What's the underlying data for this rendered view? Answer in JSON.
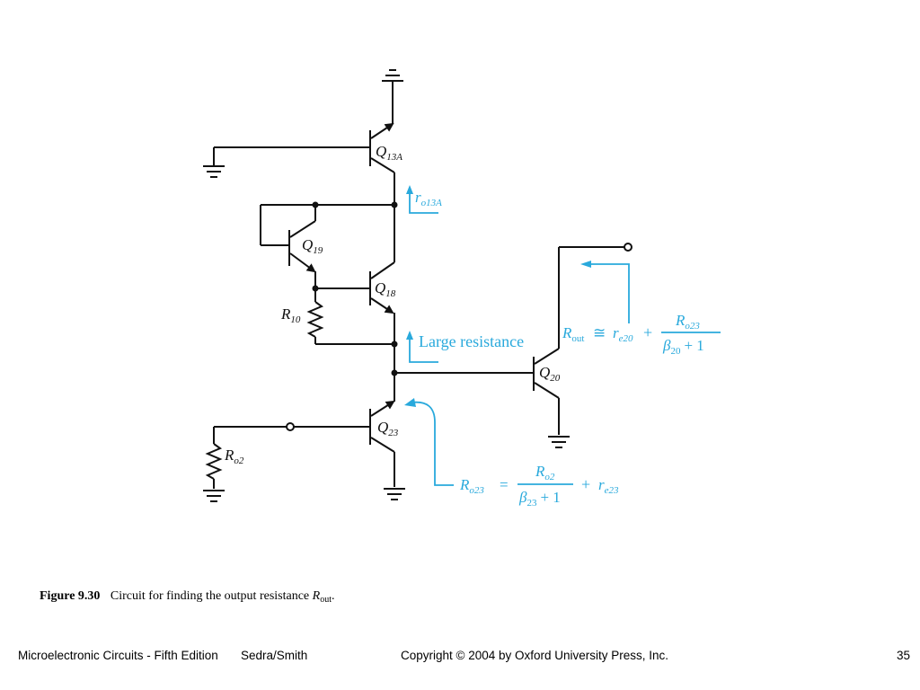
{
  "diagram": {
    "labels": {
      "q13a": "Q",
      "q13a_sub": "13A",
      "ro13a": "r",
      "ro13a_sub": "o13A",
      "q19": "Q",
      "q19_sub": "19",
      "q18": "Q",
      "q18_sub": "18",
      "r10": "R",
      "r10_sub": "10",
      "large_resistance": "Large resistance",
      "q20": "Q",
      "q20_sub": "20",
      "q23": "Q",
      "q23_sub": "23",
      "ro2": "R",
      "ro2_sub": "o2"
    },
    "rout_eq": {
      "lhs": "R",
      "lhs_sub": "out",
      "approx": "≅",
      "re20": "r",
      "re20_sub": "e20",
      "plus": "+",
      "num": "R",
      "num_sub": "o23",
      "den_beta": "β",
      "den_sub": "20",
      "den_tail": "+ 1"
    },
    "ro23_eq": {
      "lhs": "R",
      "lhs_sub": "o23",
      "equals": "=",
      "num": "R",
      "num_sub": "o2",
      "den_beta": "β",
      "den_sub": "23",
      "den_tail": "+ 1",
      "plus": "+",
      "re23": "r",
      "re23_sub": "e23"
    }
  },
  "caption": {
    "figure": "Figure 9.30",
    "text": "Circuit for finding the output resistance",
    "r": "R",
    "r_sub": "out",
    "end": "."
  },
  "footer": {
    "book": "Microelectronic Circuits - Fifth Edition",
    "authors": "Sedra/Smith",
    "copyright": "Copyright © 2004 by Oxford University Press, Inc.",
    "page": "35"
  },
  "colors": {
    "ink": "#111111",
    "annotation": "#29a9dc"
  }
}
